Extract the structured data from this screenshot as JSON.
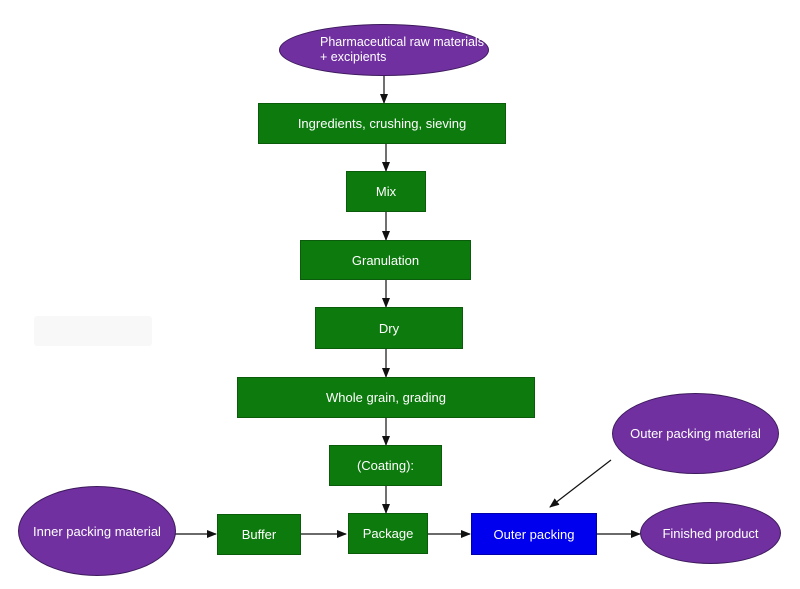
{
  "diagram": {
    "colors": {
      "process": "#0d7a0d",
      "highlight": "#0000ee",
      "terminal": "#7030a0",
      "arrow": "#111111"
    },
    "nodes": {
      "raw_materials": "Pharmaceutical raw materials\n+ excipients",
      "ingredients": "Ingredients, crushing, sieving",
      "mix": "Mix",
      "granulation": "Granulation",
      "dry": "Dry",
      "whole_grain": "Whole grain, grading",
      "coating": "(Coating):",
      "inner_packing_material": "Inner packing material",
      "buffer": "Buffer",
      "package": "Package",
      "outer_packing": "Outer packing",
      "outer_packing_material": "Outer packing material",
      "finished_product": "Finished product"
    }
  }
}
